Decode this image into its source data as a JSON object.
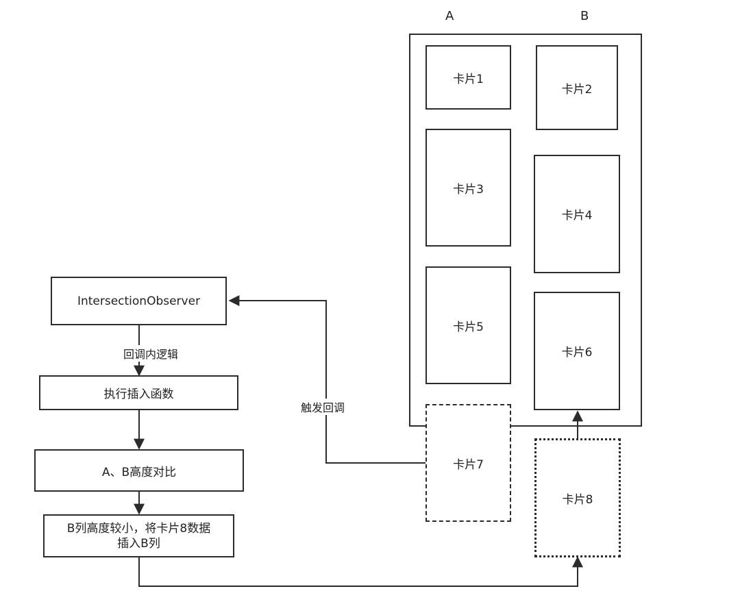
{
  "columns": {
    "a": "A",
    "b": "B"
  },
  "cards": {
    "card1": "卡片1",
    "card2": "卡片2",
    "card3": "卡片3",
    "card4": "卡片4",
    "card5": "卡片5",
    "card6": "卡片6",
    "card7": "卡片7",
    "card8": "卡片8"
  },
  "flow": {
    "observer": "IntersectionObserver",
    "callback_logic": "回调内逻辑",
    "exec_insert": "执行插入函数",
    "compare": "A、B高度对比",
    "result_line1": "B列高度较小，将卡片8数据",
    "result_line2": "插入B列"
  },
  "edges": {
    "trigger": "触发回调"
  }
}
